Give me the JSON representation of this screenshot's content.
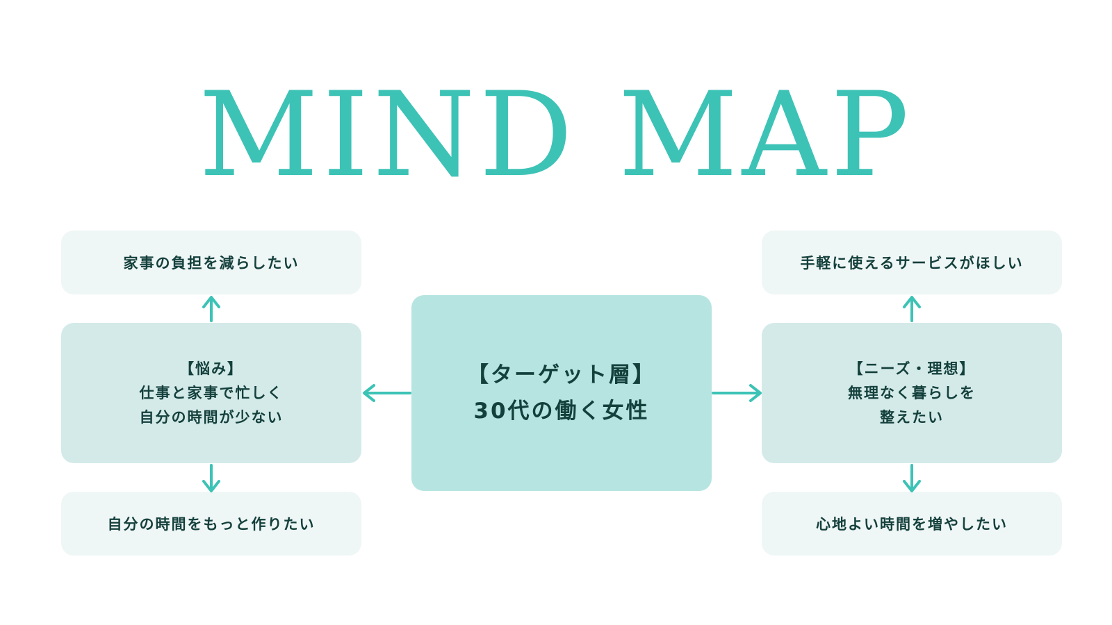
{
  "title": "MIND MAP",
  "accent_color": "#3cc3b6",
  "text_color": "#14403c",
  "center": {
    "lines": [
      "【ターゲット層】",
      "30代の働く女性"
    ]
  },
  "left": {
    "branch_lines": [
      "【悩み】",
      "仕事と家事で忙しく",
      "自分の時間が少ない"
    ],
    "top_leaf": "家事の負担を減らしたい",
    "bottom_leaf": "自分の時間をもっと作りたい"
  },
  "right": {
    "branch_lines": [
      "【ニーズ・理想】",
      "無理なく暮らしを",
      "整えたい"
    ],
    "top_leaf": "手軽に使えるサービスがほしい",
    "bottom_leaf": "心地よい時間を増やしたい"
  }
}
